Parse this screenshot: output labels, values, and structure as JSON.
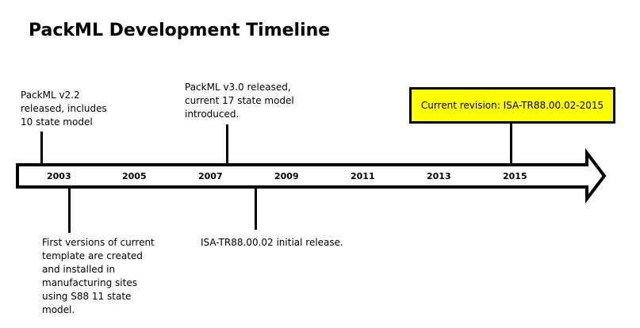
{
  "title": "PackML Development Timeline",
  "years": [
    "2003",
    "2005",
    "2007",
    "2009",
    "2011",
    "2013",
    "2015"
  ],
  "events_above": [
    {
      "text": "PackML v2.2\nreleased, includes\n10 state model"
    },
    {
      "text": "PackML v3.0 released,\ncurrent 17 state model\nintroduced."
    }
  ],
  "events_below": [
    {
      "text": "First versions of current\ntemplate are created\nand installed in\nmanufacturing sites\nusing S88 11 state\nmodel."
    },
    {
      "text": "ISA-TR88.00.02 initial release."
    }
  ],
  "current_revision": "Current revision: ISA-TR88.00.02-2015",
  "colors": {
    "highlight": "#ffff00",
    "line": "#000000"
  }
}
